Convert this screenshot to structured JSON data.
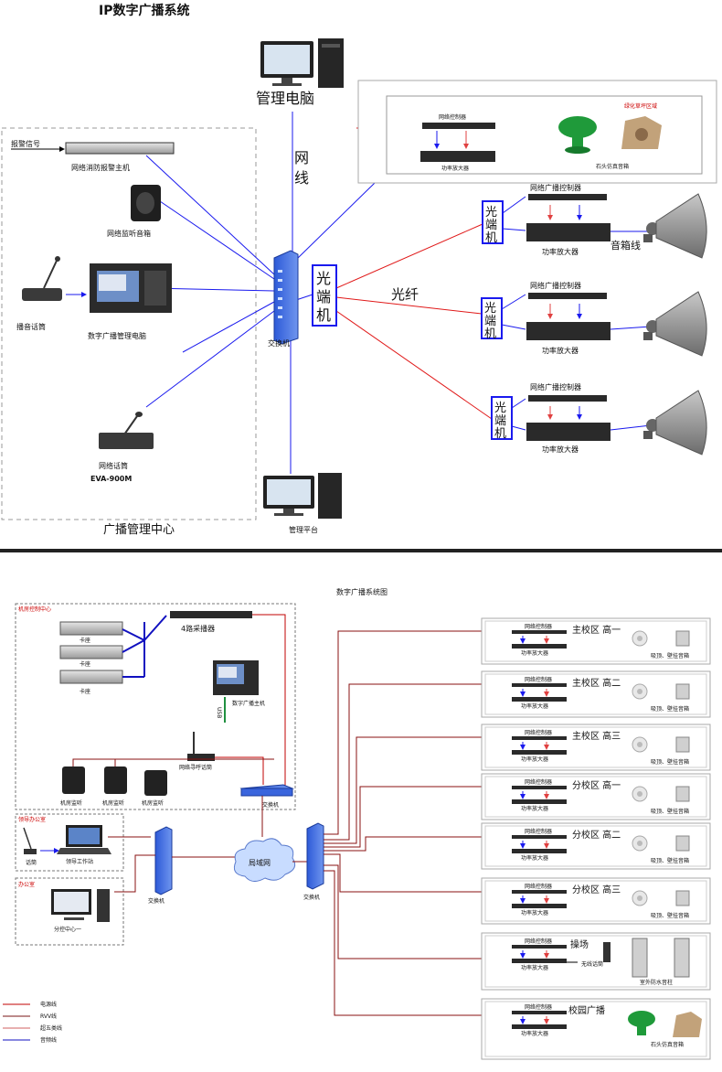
{
  "top": {
    "title": "IP数字广播系统",
    "mgmt_pc": "管理电脑",
    "cable_label_1": "网",
    "cable_label_2": "线",
    "alarm_signal": "报警信号",
    "fire_alarm_host": "网络消防报警主机",
    "monitor_speaker": "网络监听音箱",
    "broadcast_mic": "播音话筒",
    "broadcast_pc": "数字广播管理电脑",
    "switch": "交换机",
    "network_mic": "网络话筒",
    "network_mic_model": "EVA-900M",
    "center_label": "广播管理中心",
    "mgmt_platform": "管理平台",
    "fiber": "光纤",
    "optical_terminal": [
      "光",
      "端",
      "机"
    ],
    "green_zone": "绿化草坪区域",
    "net_controller_small": "网络控制器",
    "power_amp": "功率放大器",
    "stone_speaker": "石头仿真音箱",
    "net_bc_controller": "网络广播控制器",
    "speaker_cable": "音箱线"
  },
  "bottom": {
    "title": "数字广播系统图",
    "room_label": "机房控制中心",
    "deck": "卡座",
    "recorder": "4路采播器",
    "host": "数字广播主机",
    "usb": "USB",
    "pager": "网络寻呼话筒",
    "room_monitor": "机房监听",
    "switch": "交换机",
    "leader_office": "领导办公室",
    "mic": "话筒",
    "leader_ws": "领导工作站",
    "office": "办公室",
    "sub_center": "分控中心一",
    "lan": "局域网",
    "net_controller": "网络控制器",
    "amp": "功率放大器",
    "ceiling_wall": "吸顶、壁挂音箱",
    "wireless": "无线话筒",
    "outdoor_column": "室外防水音柱",
    "stone_speaker": "石头仿真音箱",
    "zones": [
      "主校区 高一",
      "主校区 高二",
      "主校区 高三",
      "分校区 高一",
      "分校区 高二",
      "分校区 高三",
      "操场",
      "校园广播"
    ]
  },
  "legend": [
    {
      "label": "电源线",
      "color": "#c00000"
    },
    {
      "label": "RVV线",
      "color": "#7a1414"
    },
    {
      "label": "超五类线",
      "color": "#d06060"
    },
    {
      "label": "音频线",
      "color": "#1010c0"
    }
  ],
  "colors": {
    "network_line": "#1a1aee",
    "fiber_line": "#e01818",
    "border": "#888888"
  }
}
